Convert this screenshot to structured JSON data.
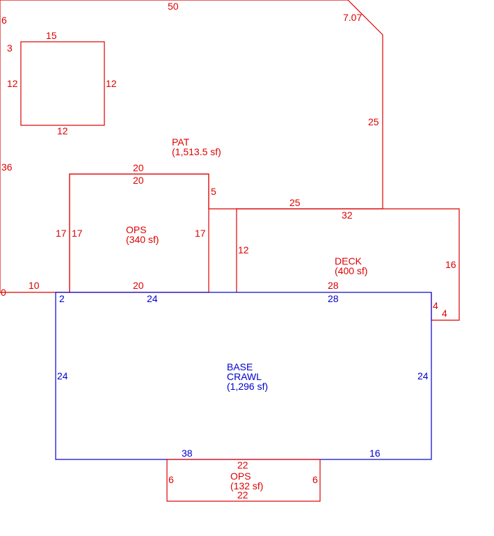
{
  "colors": {
    "red": "#dd0000",
    "blue": "#0000cc",
    "background": "#ffffff"
  },
  "areas": {
    "pat": {
      "name": "PAT",
      "size": "(1,513.5 sf)"
    },
    "ops_upper": {
      "name": "OPS",
      "size": "(340 sf)"
    },
    "deck": {
      "name": "DECK",
      "size": "(400 sf)"
    },
    "base": {
      "name1": "BASE",
      "name2": "CRAWL",
      "size": "(1,296 sf)"
    },
    "ops_lower": {
      "name": "OPS",
      "size": "(132 sf)"
    }
  },
  "dims": {
    "pat_top": "50",
    "pat_chamfer": "7.07",
    "pat_left_top": "6",
    "pat_right": "25",
    "pat_left": "36",
    "pat_bottom_right": "25",
    "pat_step": "5",
    "pat_bottom_left": "10",
    "pat_corner": "0",
    "cut_top": "15",
    "cut_offset": "3",
    "cut_left": "12",
    "cut_right": "12",
    "cut_bottom": "12",
    "ops_top_outer": "20",
    "ops_top_inner": "20",
    "ops_left_outer": "17",
    "ops_left_inner": "17",
    "ops_right": "17",
    "ops_bottom": "20",
    "deck_top": "32",
    "deck_left": "12",
    "deck_right": "16",
    "deck_bottom": "28",
    "deck_notch_v": "4",
    "deck_notch_h": "4",
    "base_top_left": "2",
    "base_top_mid": "24",
    "base_top_right": "28",
    "base_left": "24",
    "base_right": "24",
    "base_bottom_left": "38",
    "base_bottom_right": "16",
    "ops2_top": "22",
    "ops2_left": "6",
    "ops2_right": "6",
    "ops2_bottom": "22"
  }
}
